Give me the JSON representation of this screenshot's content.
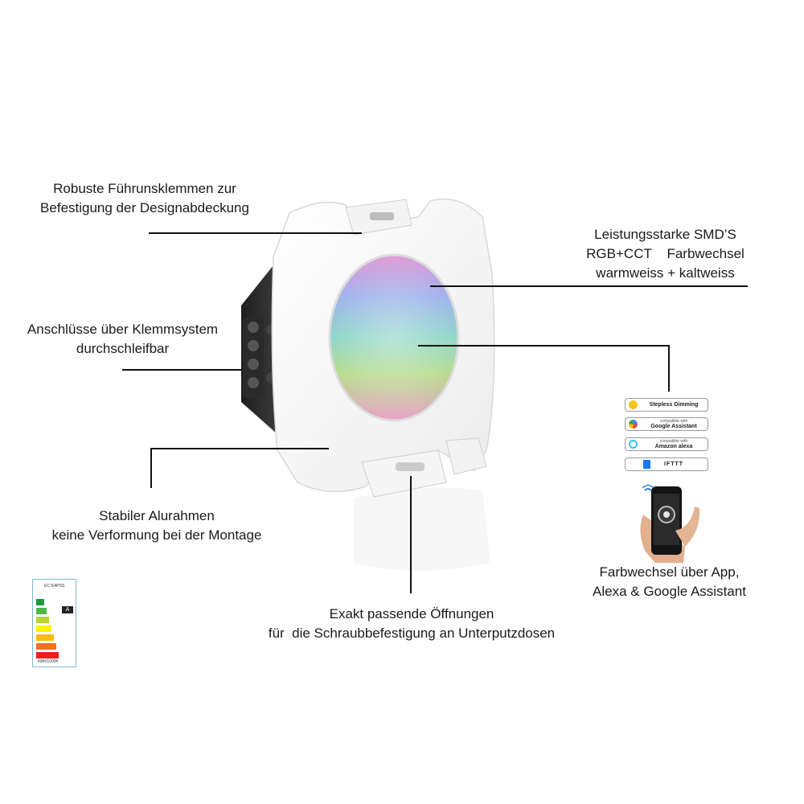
{
  "annotations": {
    "clamps": [
      "Robuste Führunsklemmen zur",
      "Befestigung der Designabdeckung"
    ],
    "smd": [
      "Leistungsstarke SMD’S",
      "RGB+CCT    Farbwechsel",
      "warmweiss + kaltweiss"
    ],
    "connections": [
      "Anschlüsse über Klemmsystem",
      "durchschleifbar"
    ],
    "frame": [
      "Stabiler Alurahmen",
      "keine Verformung bei der Montage"
    ],
    "openings": [
      "Exakt passende Öffnungen",
      "für  die Schraubbefestigung an Unterputzdosen"
    ],
    "app": [
      "Farbwechsel über App,",
      "Alexa & Google Assistant"
    ]
  },
  "badges": [
    {
      "small": "",
      "big": "Stepless Dimming",
      "icon": "sun-icon"
    },
    {
      "small": "compatible with",
      "big": "Google Assistant",
      "icon": "google-assistant-icon"
    },
    {
      "small": "compatible with",
      "big": "Amazon alexa",
      "icon": "alexa-icon"
    },
    {
      "small": "",
      "big": "IFTTT",
      "icon": "ifttt-icon"
    }
  ],
  "energy_label": {
    "header": "EC 5/4PSS",
    "footer": "kWh/1000h",
    "class": "A"
  }
}
